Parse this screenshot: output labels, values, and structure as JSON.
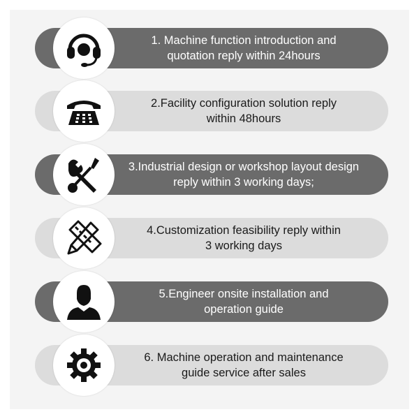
{
  "items": [
    {
      "line1": "1. Machine function introduction and",
      "line2": "quotation reply within 24hours",
      "icon": "headset-icon",
      "style": "dark"
    },
    {
      "line1": "2.Facility configuration solution reply",
      "line2": "within 48hours",
      "icon": "telephone-icon",
      "style": "light"
    },
    {
      "line1": "3.Industrial design or workshop layout design",
      "line2": "reply within 3 working days;",
      "icon": "tools-icon",
      "style": "dark"
    },
    {
      "line1": "4.Customization feasibility reply within",
      "line2": "3 working days",
      "icon": "pencil-ruler-icon",
      "style": "light"
    },
    {
      "line1": "5.Engineer onsite installation and",
      "line2": "operation guide",
      "icon": "engineer-icon",
      "style": "dark"
    },
    {
      "line1": "6. Machine operation and maintenance",
      "line2": "guide service after sales",
      "icon": "gear-icon",
      "style": "light"
    }
  ],
  "colors": {
    "dark_pill": "#6b6b6b",
    "light_pill": "#dcdcdc",
    "background": "#f4f4f4",
    "icon": "#111111"
  }
}
